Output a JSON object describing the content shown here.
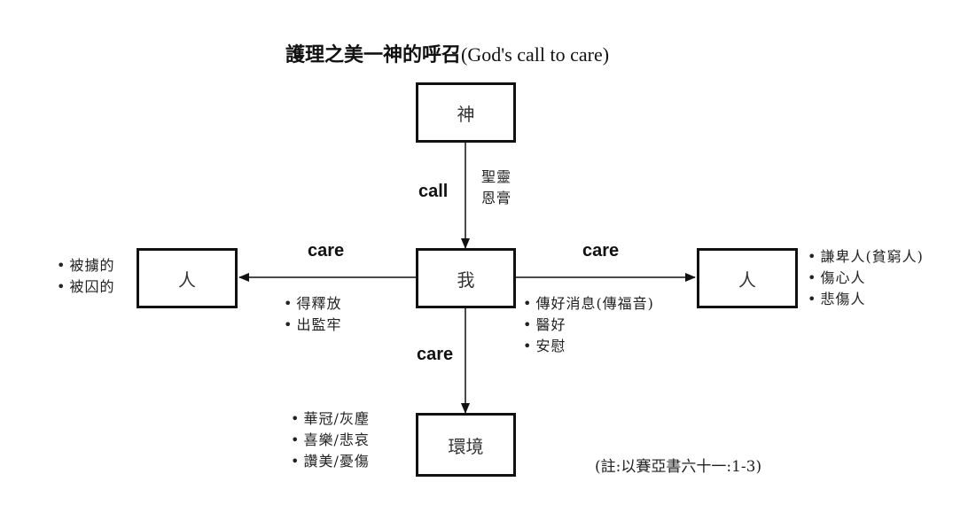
{
  "title": {
    "zh": "護理之美一神的呼召",
    "en": "(God's call to care)"
  },
  "nodes": {
    "god": "神",
    "me": "我",
    "person_left": "人",
    "person_right": "人",
    "environment": "環境"
  },
  "edges": {
    "call": "call",
    "care_left": "care",
    "care_right": "care",
    "care_down": "care"
  },
  "annotations": {
    "holy_spirit": "聖靈",
    "grace": "恩膏"
  },
  "lists": {
    "far_left": [
      "被擄的",
      "被囚的"
    ],
    "left_under": [
      "得釋放",
      "出監牢"
    ],
    "right_under": [
      "傳好消息(傳福音)",
      "醫好",
      "安慰"
    ],
    "far_right": [
      "謙卑人(貧窮人)",
      "傷心人",
      "悲傷人"
    ],
    "bottom_left": [
      "華冠/灰塵",
      "喜樂/悲哀",
      "讚美/憂傷"
    ]
  },
  "note": "(註:以賽亞書六十一:1-3)"
}
